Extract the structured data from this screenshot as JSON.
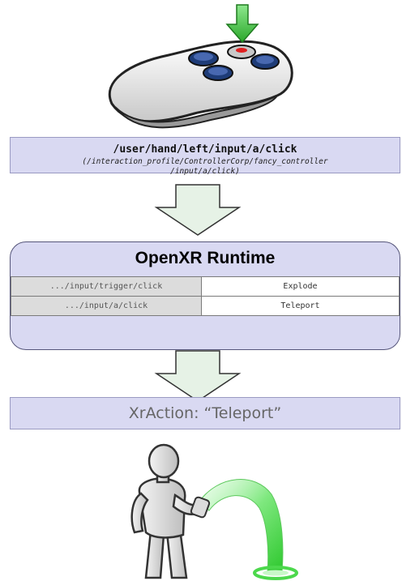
{
  "input_path": {
    "main": "/user/hand/left/input/a/click",
    "full_line1": "(/interaction_profile/ControllerCorp/fancy_controller",
    "full_line2": "/input/a/click)"
  },
  "runtime": {
    "title": "OpenXR Runtime",
    "bindings": [
      {
        "path": ".../input/trigger/click",
        "action": "Explode"
      },
      {
        "path": ".../input/a/click",
        "action": "Teleport"
      }
    ]
  },
  "action": {
    "label": "XrAction: “Teleport”"
  },
  "colors": {
    "box_fill": "#d9d9f2",
    "arrow_fill": "#e6f2e6",
    "press_arrow": "#3fbf3f",
    "button_highlight": "#e02020",
    "teleport_arc": "#5ee05e"
  },
  "icons": {
    "controller": "controller-icon",
    "press": "down-arrow-icon",
    "figure": "person-icon",
    "arc": "teleport-arc-icon"
  }
}
